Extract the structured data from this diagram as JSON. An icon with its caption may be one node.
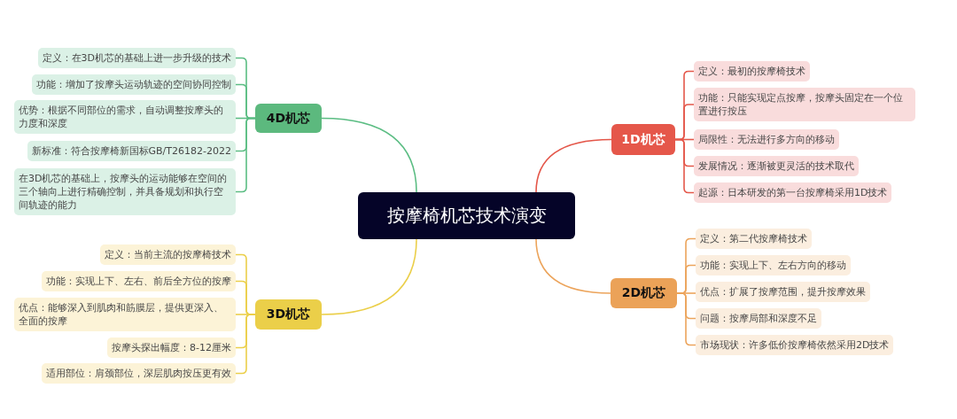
{
  "diagram": {
    "nodes": [
      {
        "text": [
          "按摩椅机芯技术演变"
        ]
      },
      {
        "text": [
          "4D机芯"
        ]
      },
      {
        "text": [
          "定义：在3D机芯的基础上进一步升级的技术"
        ]
      },
      {
        "text": [
          "功能：增加了按摩头运动轨迹的空间协同控制"
        ]
      },
      {
        "text": [
          "优势：根据不同部位的需求，自动调整按摩头的力度和深度"
        ]
      },
      {
        "text": [
          "新标准：符合按摩椅新国标GB/T26182-2022"
        ]
      },
      {
        "text": [
          "在3D机芯的基础上，按摩头的运动能够在空间的三个轴向上进行精确控制，并具备规划和执行空间轨迹的能力"
        ]
      },
      {
        "text": [
          "1D机芯"
        ]
      },
      {
        "text": [
          "定义：最初的按摩椅技术"
        ]
      },
      {
        "text": [
          "功能：只能实现定点按摩，按摩头固定在一个位置进行按压"
        ]
      },
      {
        "text": [
          "局限性：无法进行多方向的移动"
        ]
      },
      {
        "text": [
          "发展情况：逐渐被更灵活的技术取代"
        ]
      },
      {
        "text": [
          "起源：日本研发的第一台按摩椅采用1D技术"
        ]
      },
      {
        "text": [
          "3D机芯"
        ]
      },
      {
        "text": [
          "定义：当前主流的按摩椅技术"
        ]
      },
      {
        "text": [
          "功能：实现上下、左右、前后全方位的按摩"
        ]
      },
      {
        "text": [
          "优点：能够深入到肌肉和筋膜层，提供更深入、全面的按摩"
        ]
      },
      {
        "text": [
          "按摩头探出幅度：8-12厘米"
        ]
      },
      {
        "text": [
          "适用部位：肩颈部位，深层肌肉按压更有效"
        ]
      },
      {
        "text": [
          "2D机芯"
        ]
      },
      {
        "text": [
          "定义：第二代按摩椅技术"
        ]
      },
      {
        "text": [
          "功能：实现上下、左右方向的移动"
        ]
      },
      {
        "text": [
          "优点：扩展了按摩范围，提升按摩效果"
        ]
      },
      {
        "text": [
          "问题：按摩局部和深度不足"
        ]
      },
      {
        "text": [
          "市场现状：许多低价按摩椅依然采用2D技术"
        ]
      }
    ],
    "edges": [
      {
        "from": 0,
        "to": 1,
        "arrow": "none",
        "color": "#5bbd83"
      },
      {
        "from": 1,
        "to": 2,
        "arrow": "none",
        "color": "#5bbd83"
      },
      {
        "from": 1,
        "to": 3,
        "arrow": "none",
        "color": "#5bbd83"
      },
      {
        "from": 1,
        "to": 4,
        "arrow": "none",
        "color": "#5bbd83"
      },
      {
        "from": 1,
        "to": 5,
        "arrow": "none",
        "color": "#5bbd83"
      },
      {
        "from": 1,
        "to": 6,
        "arrow": "none",
        "color": "#5bbd83"
      },
      {
        "from": 0,
        "to": 7,
        "arrow": "none",
        "color": "#e4574a"
      },
      {
        "from": 7,
        "to": 8,
        "arrow": "none",
        "color": "#e4574a"
      },
      {
        "from": 7,
        "to": 9,
        "arrow": "none",
        "color": "#e4574a"
      },
      {
        "from": 7,
        "to": 10,
        "arrow": "none",
        "color": "#e4574a"
      },
      {
        "from": 7,
        "to": 11,
        "arrow": "none",
        "color": "#e4574a"
      },
      {
        "from": 7,
        "to": 12,
        "arrow": "none",
        "color": "#e4574a"
      },
      {
        "from": 0,
        "to": 13,
        "arrow": "none",
        "color": "#ebcf4a"
      },
      {
        "from": 13,
        "to": 14,
        "arrow": "none",
        "color": "#ebcf4a"
      },
      {
        "from": 13,
        "to": 15,
        "arrow": "none",
        "color": "#ebcf4a"
      },
      {
        "from": 13,
        "to": 16,
        "arrow": "none",
        "color": "#ebcf4a"
      },
      {
        "from": 13,
        "to": 17,
        "arrow": "none",
        "color": "#ebcf4a"
      },
      {
        "from": 13,
        "to": 18,
        "arrow": "none",
        "color": "#ebcf4a"
      },
      {
        "from": 0,
        "to": 19,
        "arrow": "none",
        "color": "#eca45b"
      },
      {
        "from": 19,
        "to": 20,
        "arrow": "none",
        "color": "#eca45b"
      },
      {
        "from": 19,
        "to": 21,
        "arrow": "none",
        "color": "#eca45b"
      },
      {
        "from": 19,
        "to": 22,
        "arrow": "none",
        "color": "#eca45b"
      },
      {
        "from": 19,
        "to": 23,
        "arrow": "none",
        "color": "#eca45b"
      },
      {
        "from": 19,
        "to": 24,
        "arrow": "none",
        "color": "#eca45b"
      }
    ]
  }
}
